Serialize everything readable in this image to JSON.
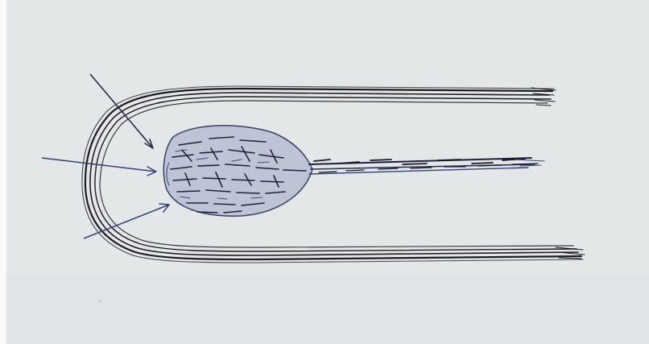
{
  "paper": {
    "color": "#e3e7e8",
    "edge_color": "#fbfbfb"
  },
  "sketch": {
    "ink_black": "#1c1c22",
    "ink_blue": "#34407a",
    "elements": [
      "u-shaped-envelope",
      "central-blob",
      "trailing-tail",
      "arrow-upper",
      "arrow-middle",
      "arrow-lower"
    ]
  }
}
